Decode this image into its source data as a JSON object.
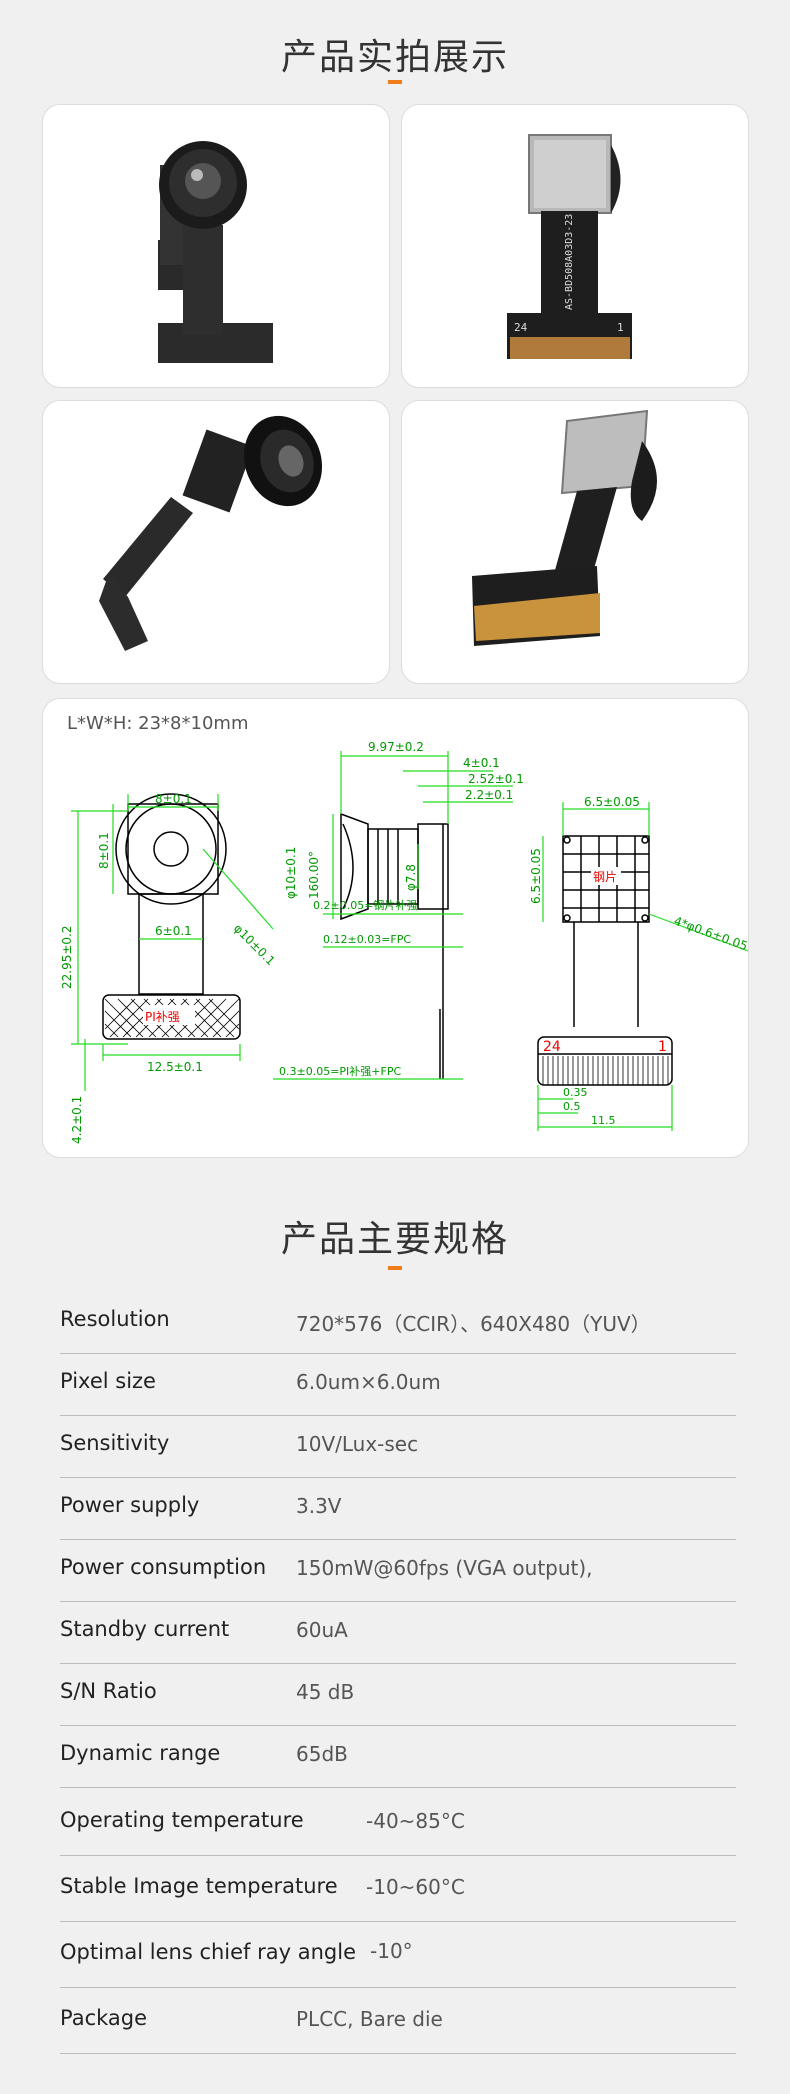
{
  "section1": {
    "title": "产品实拍展示"
  },
  "photos": [
    {
      "icon": "camera-module-front-photo"
    },
    {
      "icon": "camera-module-back-photo"
    },
    {
      "icon": "camera-module-side-photo"
    },
    {
      "icon": "camera-module-angled-photo"
    }
  ],
  "drawing": {
    "lwh": "L*W*H: 23*8*10mm",
    "dims": {
      "top_width": "8±0.1",
      "sensor_h": "8±0.1",
      "neck": "6±0.1",
      "lens_diam": "φ10±0.1",
      "total_len": "22.95±0.2",
      "pi_label": "PI补强",
      "bottom_width": "12.5±0.1",
      "bottom_h": "4.2±0.1",
      "side_total": "9.97±0.2",
      "side_d1": "4±0.1",
      "side_d2": "2.52±0.1",
      "side_d3": "2.2±0.1",
      "side_diam": "φ10±0.1",
      "fov": "160.00°",
      "side_inner": "φ7.8",
      "steel_note": "0.2±0.05=钢片补强",
      "fpc_note": "0.12±0.03=FPC",
      "pi_fpc_note": "0.3±0.05=PI补强+FPC",
      "back_width": "6.5±0.05",
      "back_height": "6.5±0.05",
      "steel": "钢片",
      "holes": "4*φ0.6±0.05",
      "pin_left": "24",
      "pin_right": "1",
      "pitch1": "0.35",
      "pitch2": "0.5",
      "conn_width": "11.5"
    }
  },
  "section2": {
    "title": "产品主要规格"
  },
  "specs": [
    {
      "label": "Resolution",
      "value": "720*576（CCIR）、640X480（YUV）"
    },
    {
      "label": "Pixel size",
      "value": "6.0um×6.0um"
    },
    {
      "label": "Sensitivity",
      "value": "10V/Lux-sec"
    },
    {
      "label": "Power supply",
      "value": "3.3V"
    },
    {
      "label": "Power consumption",
      "value": "150mW@60fps (VGA output),"
    },
    {
      "label": "Standby current",
      "value": "60uA"
    },
    {
      "label": "S/N Ratio",
      "value": "45 dB"
    },
    {
      "label": "Dynamic range",
      "value": "65dB"
    },
    {
      "label": "Operating temperature",
      "value": "-40~85°C"
    },
    {
      "label": "Stable Image temperature",
      "value": "-10~60°C"
    },
    {
      "label": "Optimal lens chief ray angle",
      "value": "-10°"
    },
    {
      "label": "Package",
      "value": "PLCC, Bare die"
    }
  ],
  "colors": {
    "accent": "#f07d1a",
    "dimension": "#22dd22",
    "card_bg": "#ffffff",
    "page_bg": "#f0f0f0"
  }
}
